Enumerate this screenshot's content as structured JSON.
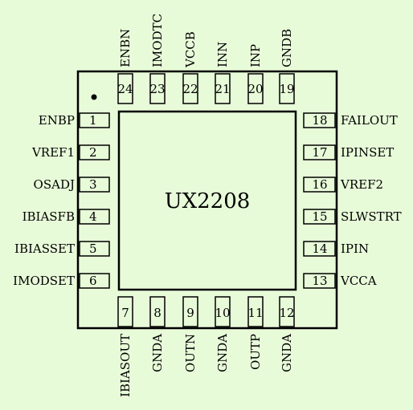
{
  "chip": {
    "name": "UX2208"
  },
  "pins": {
    "left": [
      {
        "num": "1",
        "name": "ENBP"
      },
      {
        "num": "2",
        "name": "VREF1"
      },
      {
        "num": "3",
        "name": "OSADJ"
      },
      {
        "num": "4",
        "name": "IBIASFB"
      },
      {
        "num": "5",
        "name": "IBIASSET"
      },
      {
        "num": "6",
        "name": "IMODSET"
      }
    ],
    "bottom": [
      {
        "num": "7",
        "name": "IBIASOUT"
      },
      {
        "num": "8",
        "name": "GNDA"
      },
      {
        "num": "9",
        "name": "OUTN"
      },
      {
        "num": "10",
        "name": "GNDA"
      },
      {
        "num": "11",
        "name": "OUTP"
      },
      {
        "num": "12",
        "name": "GNDA"
      }
    ],
    "right": [
      {
        "num": "13",
        "name": "VCCA"
      },
      {
        "num": "14",
        "name": "IPIN"
      },
      {
        "num": "15",
        "name": "SLWSTRT"
      },
      {
        "num": "16",
        "name": "VREF2"
      },
      {
        "num": "17",
        "name": "IPINSET"
      },
      {
        "num": "18",
        "name": "FAILOUT"
      }
    ],
    "top": [
      {
        "num": "19",
        "name": "GNDB"
      },
      {
        "num": "20",
        "name": "INP"
      },
      {
        "num": "21",
        "name": "INN"
      },
      {
        "num": "22",
        "name": "VCCB"
      },
      {
        "num": "23",
        "name": "IMODTC"
      },
      {
        "num": "24",
        "name": "ENBN"
      }
    ]
  },
  "colors": {
    "background": "#e8fbd9",
    "ink": "#000000"
  }
}
